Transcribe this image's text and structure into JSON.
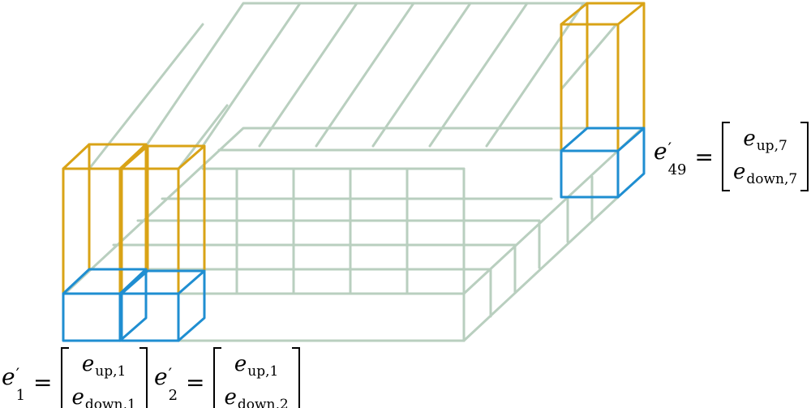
{
  "colors": {
    "grid": "#b9cfbf",
    "up_column": "#d9a316",
    "down_column": "#1f8ed1",
    "text": "#000000"
  },
  "equations": {
    "eq1": {
      "lhs_base": "e",
      "lhs_prime": "′",
      "lhs_sub": "1",
      "equals": "=",
      "top_base": "e",
      "top_sub": "up,1",
      "bottom_base": "e",
      "bottom_sub": "down,1"
    },
    "eq2": {
      "lhs_base": "e",
      "lhs_prime": "′",
      "lhs_sub": "2",
      "equals": "=",
      "top_base": "e",
      "top_sub": "up,1",
      "bottom_base": "e",
      "bottom_sub": "down,2"
    },
    "eq49": {
      "lhs_base": "e",
      "lhs_prime": "′",
      "lhs_sub": "49",
      "equals": "=",
      "top_base": "e",
      "top_sub": "up,7",
      "bottom_base": "e",
      "bottom_sub": "down,7"
    }
  }
}
